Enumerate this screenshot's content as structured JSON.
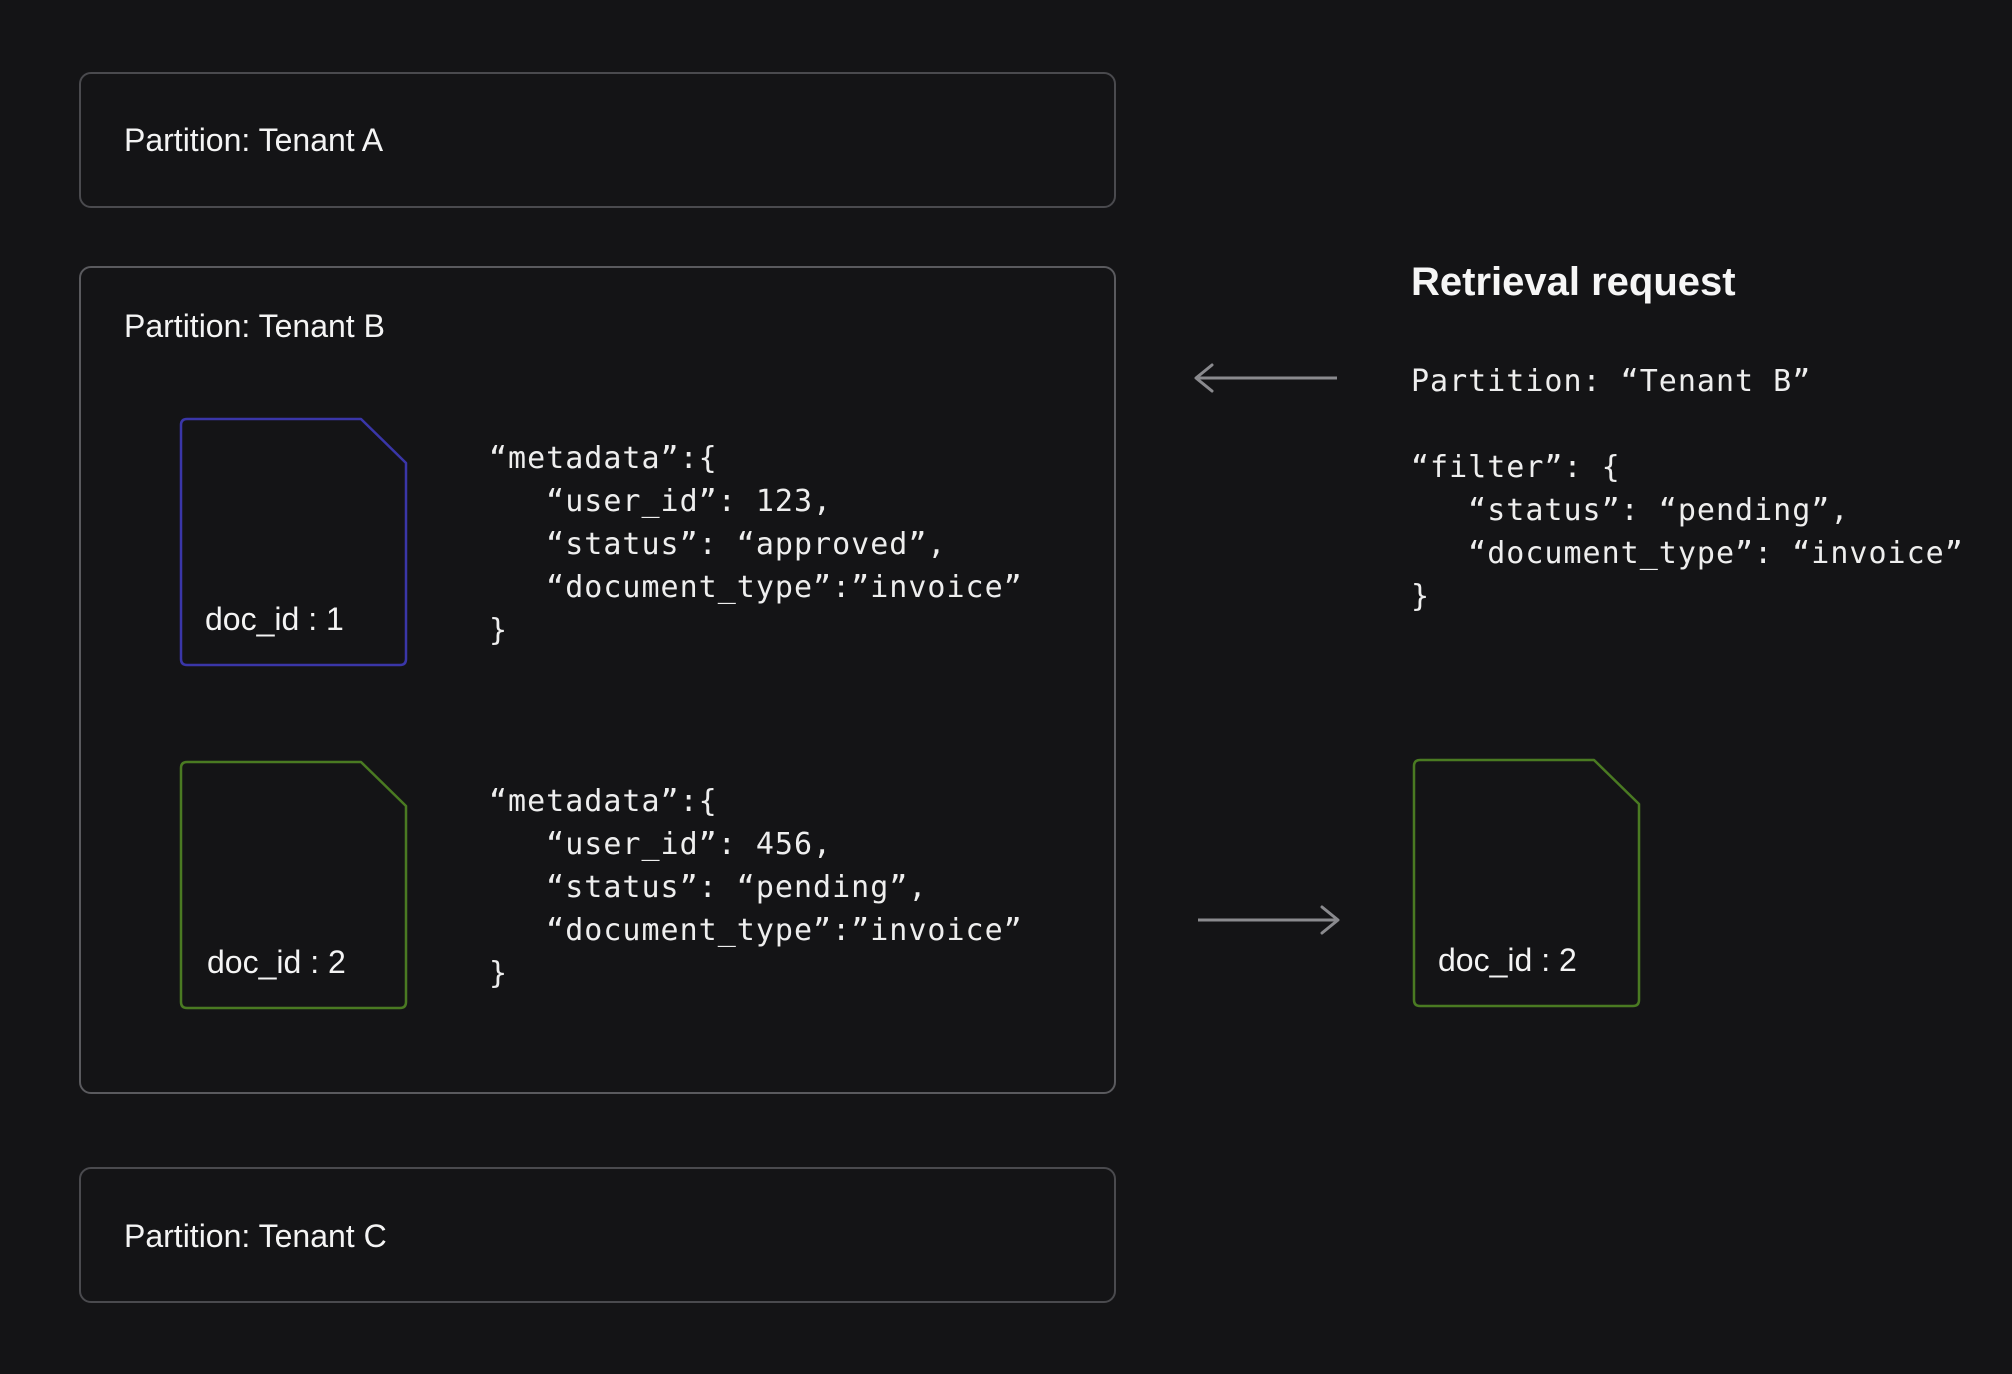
{
  "partitions": {
    "tenant_a": "Partition: Tenant A",
    "tenant_b": "Partition: Tenant B",
    "tenant_c": "Partition: Tenant C"
  },
  "documents": [
    {
      "label": "doc_id : 1",
      "color": "#3a36a8",
      "metadata": "“metadata”:{\n   “user_id”: 123,\n   “status”: “approved”,\n   “document_type”:”invoice”\n}"
    },
    {
      "label": "doc_id : 2",
      "color": "#4a7a22",
      "metadata": "“metadata”:{\n   “user_id”: 456,\n   “status”: “pending”,\n   “document_type”:”invoice”\n}"
    }
  ],
  "request": {
    "title": "Retrieval request",
    "body": "Partition: “Tenant B”\n\n“filter”: {\n   “status”: “pending”,\n   “document_type”: “invoice”\n}"
  },
  "result": {
    "label": "doc_id : 2",
    "color": "#4a7a22"
  },
  "colors": {
    "background": "#141416",
    "partition_border": "#4a4a4e",
    "arrow": "#8a8a8e"
  }
}
